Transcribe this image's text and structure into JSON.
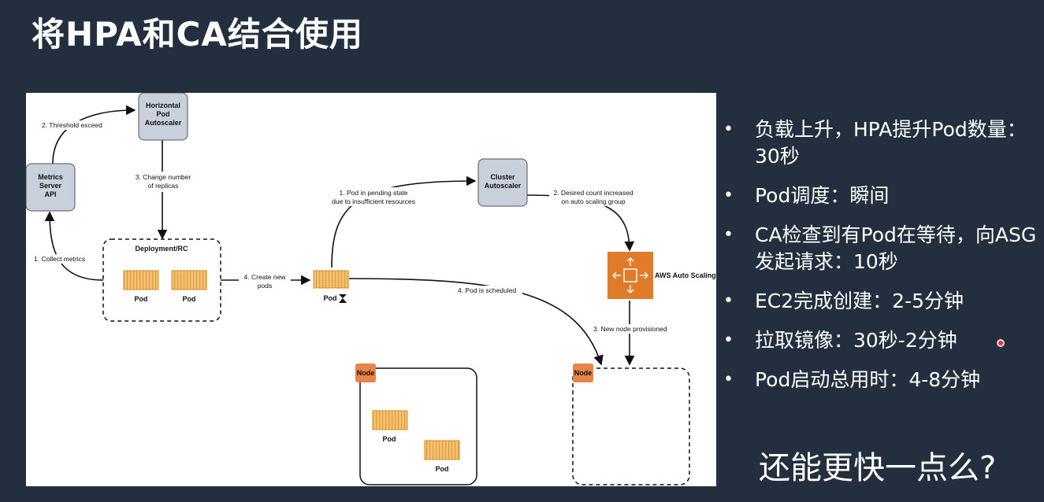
{
  "slide": {
    "title": "将HPA和CA结合使用",
    "question": "还能更快一点么?"
  },
  "bullets": [
    "负载上升，HPA提升Pod数量：30秒",
    "Pod调度：瞬间",
    "CA检查到有Pod在等待，向ASG发起请求：10秒",
    "EC2完成创建：2-5分钟",
    "拉取镜像：30秒-2分钟",
    "Pod启动总用时：4-8分钟"
  ],
  "diagram": {
    "hpa": [
      "Horizontal",
      "Pod",
      "Autoscaler"
    ],
    "metrics": [
      "Metrics",
      "Server",
      "API"
    ],
    "ca": [
      "Cluster",
      "Autoscaler"
    ],
    "deployment": "Deployment/RC",
    "pod": "Pod",
    "node": "Node",
    "aws": "AWS Auto Scaling",
    "edge_threshold": "2. Threshold exceed",
    "edge_change": [
      "3. Change number",
      "of replicas"
    ],
    "edge_collect": "1. Collect metrics",
    "edge_create": [
      "4. Create new",
      "pods"
    ],
    "edge_pending": [
      "1. Pod in pending state",
      "due to insufficient resources"
    ],
    "edge_desired": [
      "2. Desired count increased",
      "on auto scaling group"
    ],
    "edge_provisioned": "3. New node provisioned",
    "edge_scheduled": "4. Pod is scheduled"
  },
  "colors": {
    "background": "#232f3e",
    "box_fill": "#c8d0db",
    "pod_orange": "#e8a33d",
    "node_orange": "#e8834a",
    "aws_orange": "#e07b2a"
  }
}
